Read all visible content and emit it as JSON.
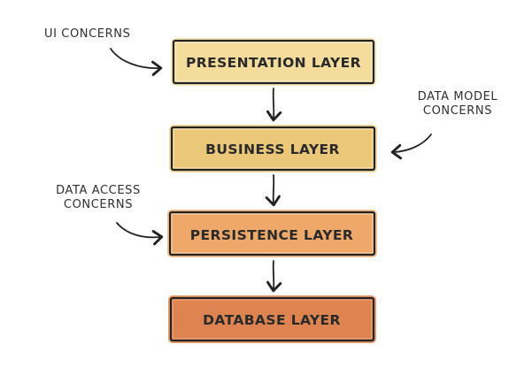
{
  "layers": [
    {
      "label": "PRESENTATION LAYER",
      "fill": "#f3dc9c",
      "edge": "#f7e7b8"
    },
    {
      "label": "BUSINESS LAYER",
      "fill": "#ebc77a",
      "edge": "#f2d99f"
    },
    {
      "label": "PERSISTENCE LAYER",
      "fill": "#eea96a",
      "edge": "#f4c08d"
    },
    {
      "label": "DATABASE LAYER",
      "fill": "#dd8450",
      "edge": "#e89a6a"
    }
  ],
  "annotations": {
    "ui": [
      "UI CONCERNS"
    ],
    "data_model": [
      "DATA MODEL",
      "CONCERNS"
    ],
    "data_access": [
      "DATA ACCESS",
      "CONCERNS"
    ]
  },
  "colors": {
    "stroke": "#222222",
    "text": "#2a2a2a"
  }
}
